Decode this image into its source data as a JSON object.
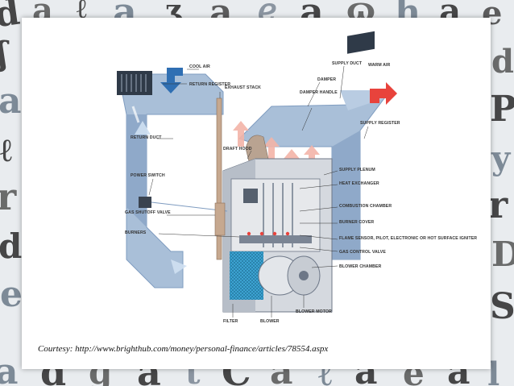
{
  "labels": {
    "cool_air": "COOL AIR",
    "return_register": "RETURN REGISTER",
    "exhaust_stack": "EXHAUST STACK",
    "supply_duct": "SUPPLY DUCT",
    "warm_air": "WARM AIR",
    "damper": "DAMPER",
    "damper_handle": "DAMPER HANDLE",
    "draft_hood": "DRAFT HOOD",
    "return_duct": "RETURN DUCT",
    "power_switch": "POWER SWITCH",
    "supply_register": "SUPPLY REGISTER",
    "supply_plenum": "SUPPLY PLENUM",
    "heat_exchanger": "HEAT EXCHANGER",
    "gas_shutoff_valve": "GAS SHUTOFF VALVE",
    "combustion_chamber": "COMBUSTION CHAMBER",
    "burner_cover": "BURNER COVER",
    "burners": "BURNERS",
    "flame_sensor": "FLAME SENSOR, PILOT, ELECTRONIC OR HOT SURFACE IGNITER",
    "gas_control_valve": "GAS CONTROL VALVE",
    "blower_chamber": "BLOWER CHAMBER",
    "filter": "FILTER",
    "blower": "BLOWER",
    "blower_motor": "BLOWER MOTOR"
  },
  "caption": "Courtesy: http://www.brighthub.com/money/personal-finance/articles/78554.aspx",
  "colors": {
    "duct": "#a9bfd8",
    "duct_dark": "#7f9cc0",
    "warm": "#e8433c",
    "cool": "#2f6fb3",
    "filter": "#3fa7d6"
  }
}
